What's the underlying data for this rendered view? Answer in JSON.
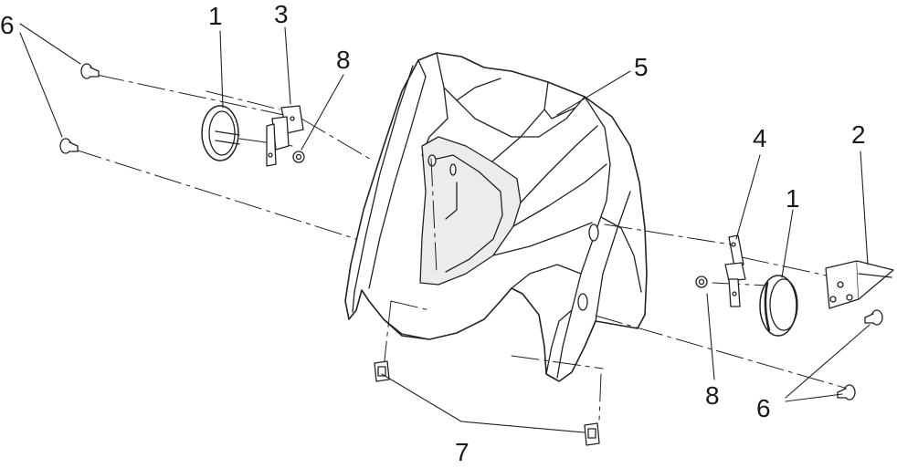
{
  "diagram": {
    "callouts": {
      "c1_left": "1",
      "c3": "3",
      "c8_top": "8",
      "c6_left": "6",
      "c5": "5",
      "c4": "4",
      "c2": "2",
      "c1_right": "1",
      "c8_bottom": "8",
      "c6_right": "6",
      "c7": "7"
    },
    "colors": {
      "stroke": "#222222",
      "fill": "#ffffff",
      "shade": "#e9e9e9"
    }
  }
}
